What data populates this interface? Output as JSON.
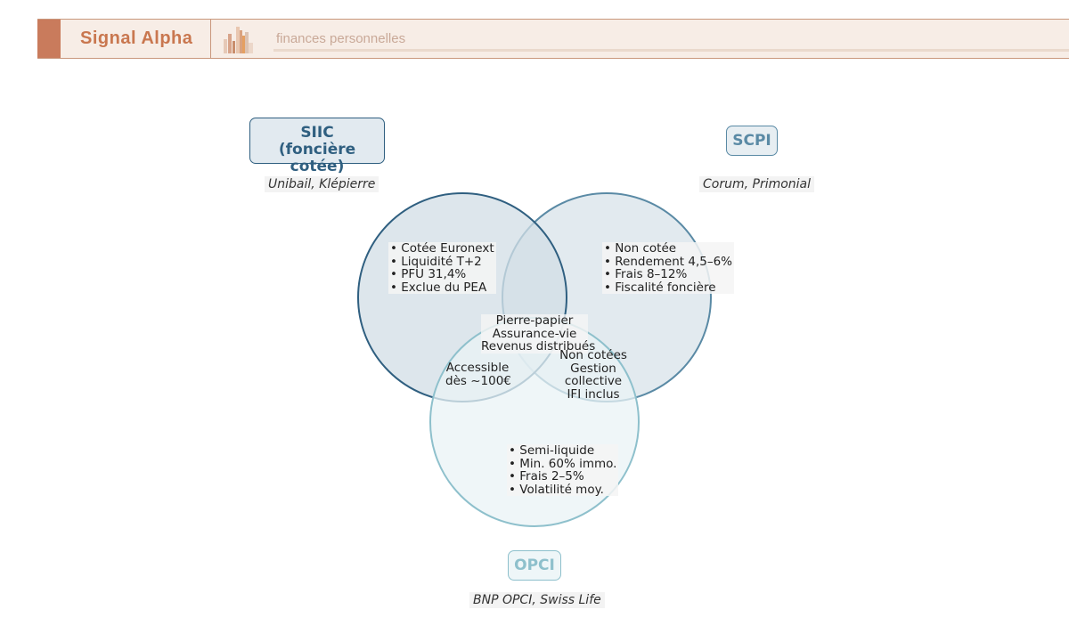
{
  "header": {
    "brand": "Signal Alpha",
    "tagline": "finances personnelles"
  },
  "colors": {
    "siic": "#2f5f80",
    "scpi": "#5a8aa5",
    "opci": "#8ec0cc",
    "brand": "#c97b5c"
  },
  "sets": {
    "siic": {
      "title_line1": "SIIC",
      "title_line2": "(foncière cotée)",
      "examples": "Unibail, Klépierre",
      "features": [
        "Cotée Euronext",
        "Liquidité T+2",
        "PFU 31,4%",
        "Exclue du PEA"
      ]
    },
    "scpi": {
      "title": "SCPI",
      "examples": "Corum, Primonial",
      "features": [
        "Non cotée",
        "Rendement 4,5–6%",
        "Frais 8–12%",
        "Fiscalité foncière"
      ]
    },
    "opci": {
      "title": "OPCI",
      "examples": "BNP OPCI, Swiss Life",
      "features": [
        "Semi-liquide",
        "Min. 60% immo.",
        "Frais 2–5%",
        "Volatilité moy."
      ]
    }
  },
  "intersections": {
    "all": [
      "Pierre-papier",
      "Assurance-vie",
      "Revenus distribués"
    ],
    "siic_opci": [
      "Accessible",
      "dès ~100€"
    ],
    "scpi_opci": [
      "Non cotées",
      "Gestion",
      "collective",
      "IFI inclus"
    ]
  }
}
